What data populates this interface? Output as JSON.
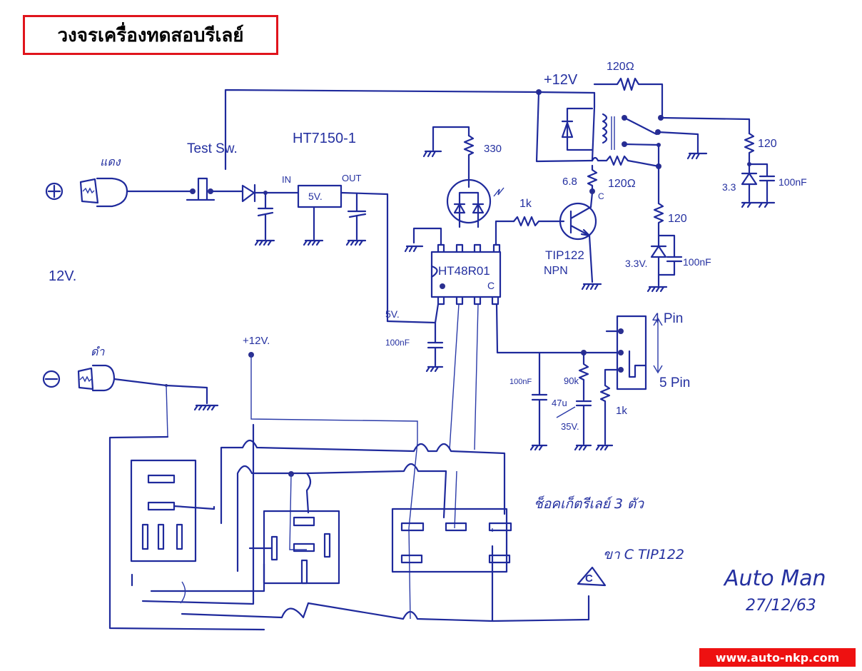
{
  "title": "วงจรเครื่องทดสอบรีเลย์",
  "watermark": "www.auto-nkp.com",
  "colors": {
    "ink": "#1f2a9c",
    "title_border": "#e0141c",
    "watermark_bg": "#ee1111"
  },
  "labels": {
    "battery_pos_clip": "แดง",
    "battery_neg_clip": "ดำ",
    "supply_voltage": "12V.",
    "test_switch": "Test Sw.",
    "regulator_part": "HT7150-1",
    "regulator_in": "IN",
    "regulator_out": "OUT",
    "regulator_value": "5V.",
    "plus12v_top": "+12V",
    "plus12v_bottom": "+12V.",
    "r_top_relay": "120Ω",
    "r_bottom_relay": "120Ω",
    "r_base_coil": "6.8",
    "r_out1": "120",
    "r_out2": "120",
    "zener1": "3.3",
    "zener2": "3.3V.",
    "cap_out1": "100nF",
    "cap_out2": "100nF",
    "r_led": "330",
    "r_base": "1k",
    "transistor": "TIP122",
    "transistor_type": "NPN",
    "collector": "C",
    "mcu": "HT48R01",
    "mcu_suffix": "C",
    "mcu_supply": "5V.",
    "cap_mcu": "100nF",
    "cap_switch": "100nF",
    "r_pullup": "90k",
    "cap_elec": "47u",
    "cap_elec_voltage": "35V.",
    "r_pulldown": "1k",
    "pin4": "4 Pin",
    "pin5": "5 Pin",
    "socket_note": "ช็อคเก็ตรีเลย์ 3 ตัว",
    "to_c_note": "ขา C TIP122",
    "c_marker": "C",
    "author": "Auto Man",
    "date": "27/12/63"
  }
}
